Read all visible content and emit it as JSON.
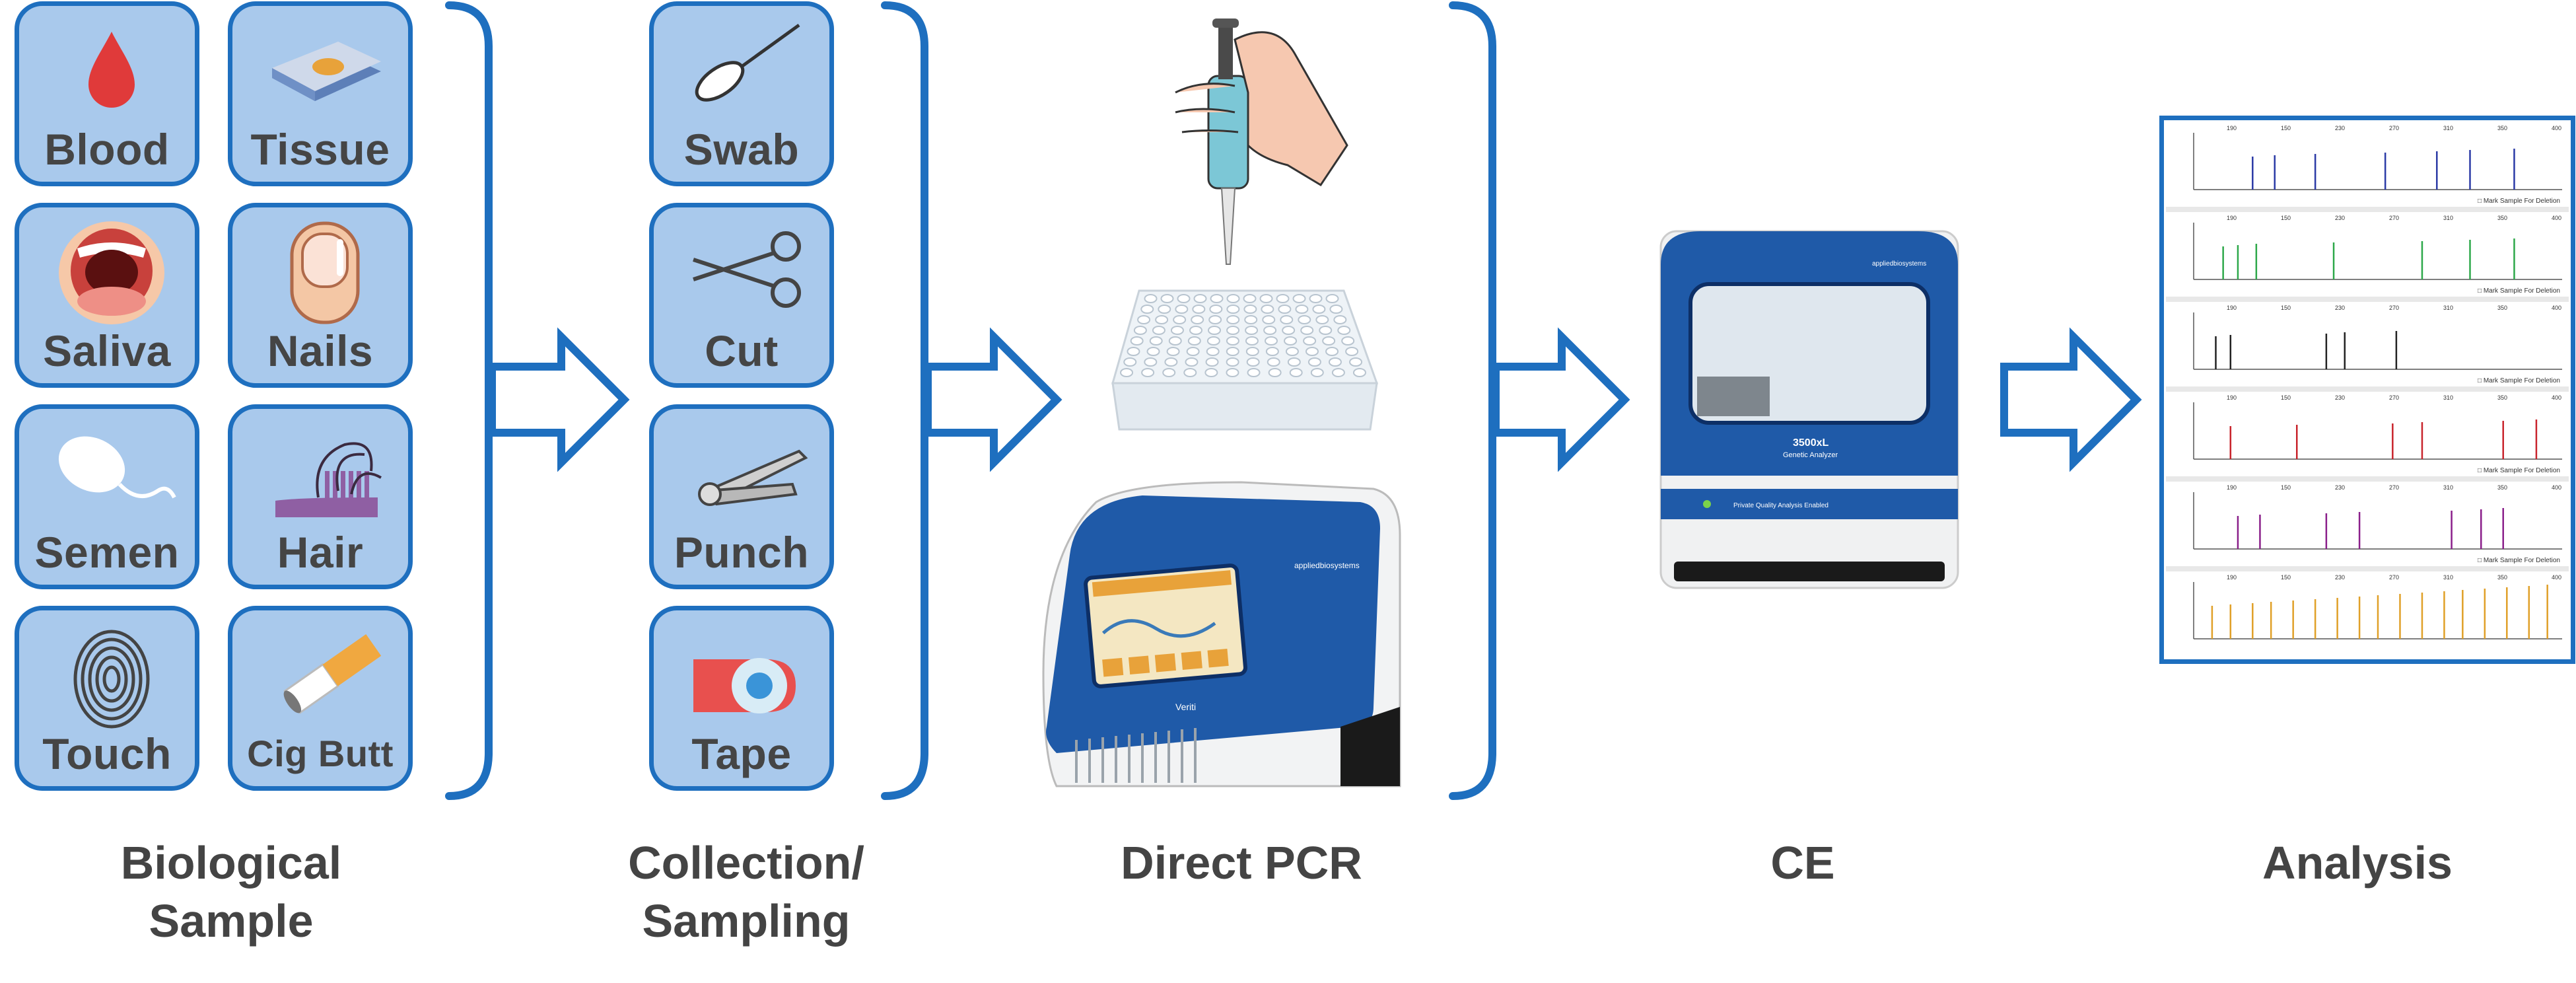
{
  "samples": [
    {
      "label": "Blood",
      "icon": "blood-drop-icon"
    },
    {
      "label": "Tissue",
      "icon": "tissue-icon"
    },
    {
      "label": "Saliva",
      "icon": "mouth-icon"
    },
    {
      "label": "Nails",
      "icon": "fingernail-icon"
    },
    {
      "label": "Semen",
      "icon": "sperm-icon"
    },
    {
      "label": "Hair",
      "icon": "hair-comb-icon"
    },
    {
      "label": "Touch",
      "icon": "fingerprint-icon"
    },
    {
      "label": "Cig Butt",
      "icon": "cigarette-butt-icon"
    }
  ],
  "collection": [
    {
      "label": "Swab",
      "icon": "swab-icon"
    },
    {
      "label": "Cut",
      "icon": "scissors-icon"
    },
    {
      "label": "Punch",
      "icon": "hole-punch-icon"
    },
    {
      "label": "Tape",
      "icon": "tape-dispenser-icon"
    }
  ],
  "stages": {
    "biological": "Biological\nSample",
    "collection": "Collection/\nSampling",
    "pcr": "Direct PCR",
    "ce": "CE",
    "analysis": "Analysis"
  },
  "colors": {
    "tile_fill": "#a9c9ec",
    "tile_border": "#1e6fbf",
    "arrow": "#1e6fbf",
    "label_text": "#444444",
    "trace_blue": "#2b3aa6",
    "trace_green": "#2da84a",
    "trace_black": "#222222",
    "trace_red": "#c8242c",
    "trace_purple": "#8a1f8a",
    "trace_orange": "#e0a028"
  },
  "devices": {
    "thermal_cycler": {
      "brand": "appliedbiosystems",
      "model": "Veriti"
    },
    "genetic_analyzer": {
      "model": "3500xL",
      "subtitle": "Genetic Analyzer",
      "status": "Private Quality Analysis Enabled"
    }
  },
  "electropherogram": {
    "panels": [
      {
        "color": "#2b3aa6",
        "peaks": [
          0.16,
          0.22,
          0.33,
          0.52,
          0.66,
          0.75,
          0.87
        ]
      },
      {
        "color": "#2da84a",
        "peaks": [
          0.08,
          0.12,
          0.17,
          0.38,
          0.62,
          0.75,
          0.87
        ]
      },
      {
        "color": "#222222",
        "peaks": [
          0.06,
          0.1,
          0.36,
          0.41,
          0.55
        ]
      },
      {
        "color": "#c8242c",
        "peaks": [
          0.1,
          0.28,
          0.54,
          0.62,
          0.84,
          0.93
        ]
      },
      {
        "color": "#8a1f8a",
        "peaks": [
          0.12,
          0.18,
          0.36,
          0.45,
          0.7,
          0.78,
          0.84
        ]
      },
      {
        "color": "#e0a028",
        "peaks": [
          0.05,
          0.1,
          0.16,
          0.21,
          0.27,
          0.33,
          0.39,
          0.45,
          0.5,
          0.56,
          0.62,
          0.68,
          0.73,
          0.79,
          0.85,
          0.91,
          0.96
        ]
      }
    ],
    "mark_text": "Mark Sample For Deletion",
    "axis_ticks": [
      "190",
      "150",
      "230",
      "270",
      "310",
      "350",
      "400"
    ]
  }
}
